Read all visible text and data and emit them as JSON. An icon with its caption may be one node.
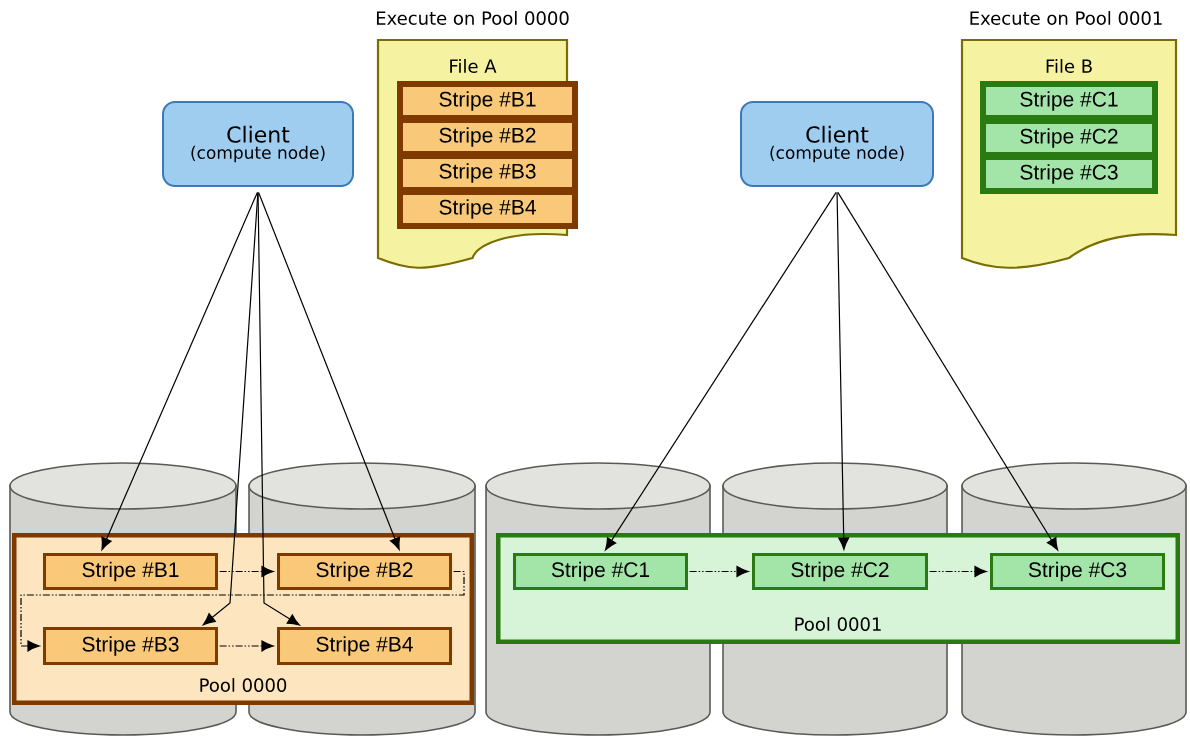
{
  "diagram": {
    "nodes": [
      {
        "text": [
          "Client",
          "(compute node)"
        ]
      },
      {
        "text": [
          "File A"
        ],
        "beside": [
          "Execute on Pool 0000"
        ]
      },
      {
        "text": [
          "Stripe #B1"
        ],
        "in": 1
      },
      {
        "text": [
          "Stripe #B2"
        ],
        "in": 1
      },
      {
        "text": [
          "Stripe #B3"
        ],
        "in": 1
      },
      {
        "text": [
          "Stripe #B4"
        ],
        "in": 1
      },
      {
        "text": [
          "Client",
          "(compute node)"
        ]
      },
      {
        "text": [
          "File B"
        ],
        "beside": [
          "Execute on Pool 0001"
        ]
      },
      {
        "text": [
          "Stripe #C1"
        ],
        "in": 7
      },
      {
        "text": [
          "Stripe #C2"
        ],
        "in": 7
      },
      {
        "text": [
          "Stripe #C3"
        ],
        "in": 7
      },
      {
        "text": [
          "Pool 0000"
        ]
      },
      {
        "text": [
          "Stripe #B1"
        ],
        "in": 11
      },
      {
        "text": [
          "Stripe #B2"
        ],
        "in": 11
      },
      {
        "text": [
          "Stripe #B3"
        ],
        "in": 11
      },
      {
        "text": [
          "Stripe #B4"
        ],
        "in": 11
      },
      {
        "text": [
          "Pool 0001"
        ]
      },
      {
        "text": [
          "Stripe #C1"
        ],
        "in": 16
      },
      {
        "text": [
          "Stripe #C2"
        ],
        "in": 16
      },
      {
        "text": [
          "Stripe #C3"
        ],
        "in": 16
      }
    ],
    "edges": [
      {
        "from": 0,
        "to": 12,
        "arrow": "to"
      },
      {
        "from": 0,
        "to": 13,
        "arrow": "to"
      },
      {
        "from": 0,
        "to": 14,
        "arrow": "to"
      },
      {
        "from": 0,
        "to": 15,
        "arrow": "to"
      },
      {
        "from": 6,
        "to": 17,
        "arrow": "to"
      },
      {
        "from": 6,
        "to": 18,
        "arrow": "to"
      },
      {
        "from": 6,
        "to": 19,
        "arrow": "to"
      },
      {
        "from": 12,
        "to": 13,
        "arrow": "to",
        "style": "dashed"
      },
      {
        "from": 13,
        "to": 14,
        "arrow": "to",
        "style": "dashed"
      },
      {
        "from": 14,
        "to": 15,
        "arrow": "to",
        "style": "dashed"
      },
      {
        "from": 17,
        "to": 18,
        "arrow": "to",
        "style": "dashed"
      },
      {
        "from": 18,
        "to": 19,
        "arrow": "to",
        "style": "dashed"
      }
    ]
  }
}
